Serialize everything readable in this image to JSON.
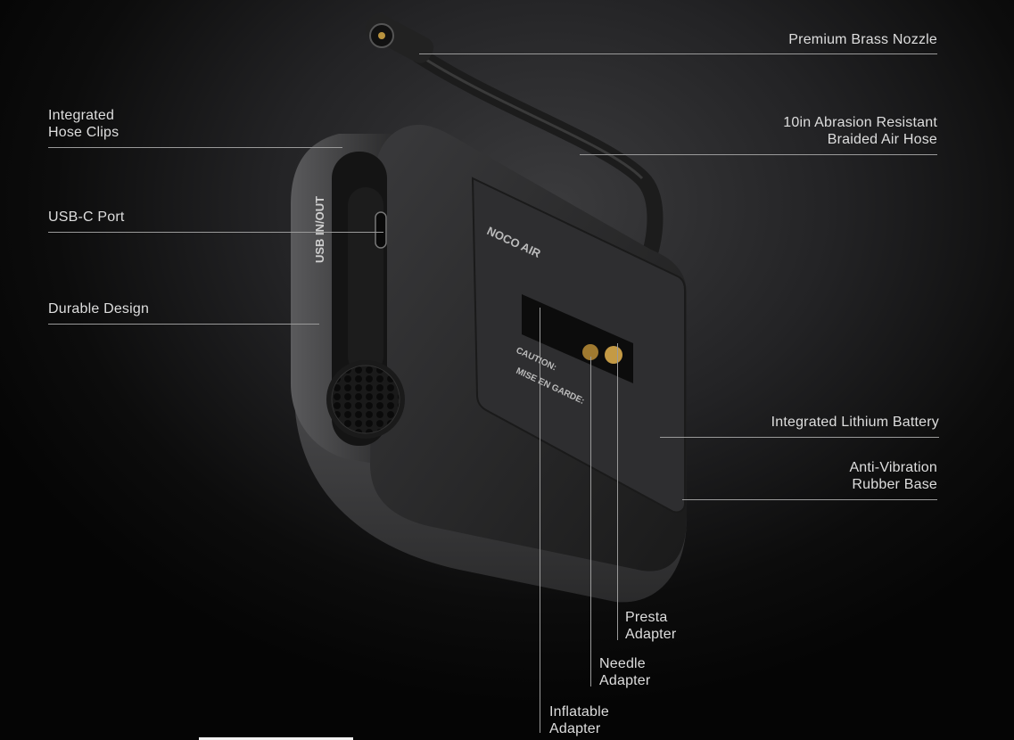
{
  "labels": {
    "nozzle": "Premium Brass Nozzle",
    "hose_line1": "10in Abrasion Resistant",
    "hose_line2": "Braided Air Hose",
    "clips_line1": "Integrated",
    "clips_line2": "Hose Clips",
    "usb": "USB-C Port",
    "durable": "Durable Design",
    "battery": "Integrated Lithium Battery",
    "base_line1": "Anti-Vibration",
    "base_line2": "Rubber Base",
    "presta_line1": "Presta",
    "presta_line2": "Adapter",
    "needle_line1": "Needle",
    "needle_line2": "Adapter",
    "inflatable_line1": "Inflatable",
    "inflatable_line2": "Adapter"
  },
  "device": {
    "side_print": "USB IN/OUT",
    "brand": "NOCO AIR",
    "caution": "CAUTION:",
    "mise": "MISE EN GARDE:"
  }
}
